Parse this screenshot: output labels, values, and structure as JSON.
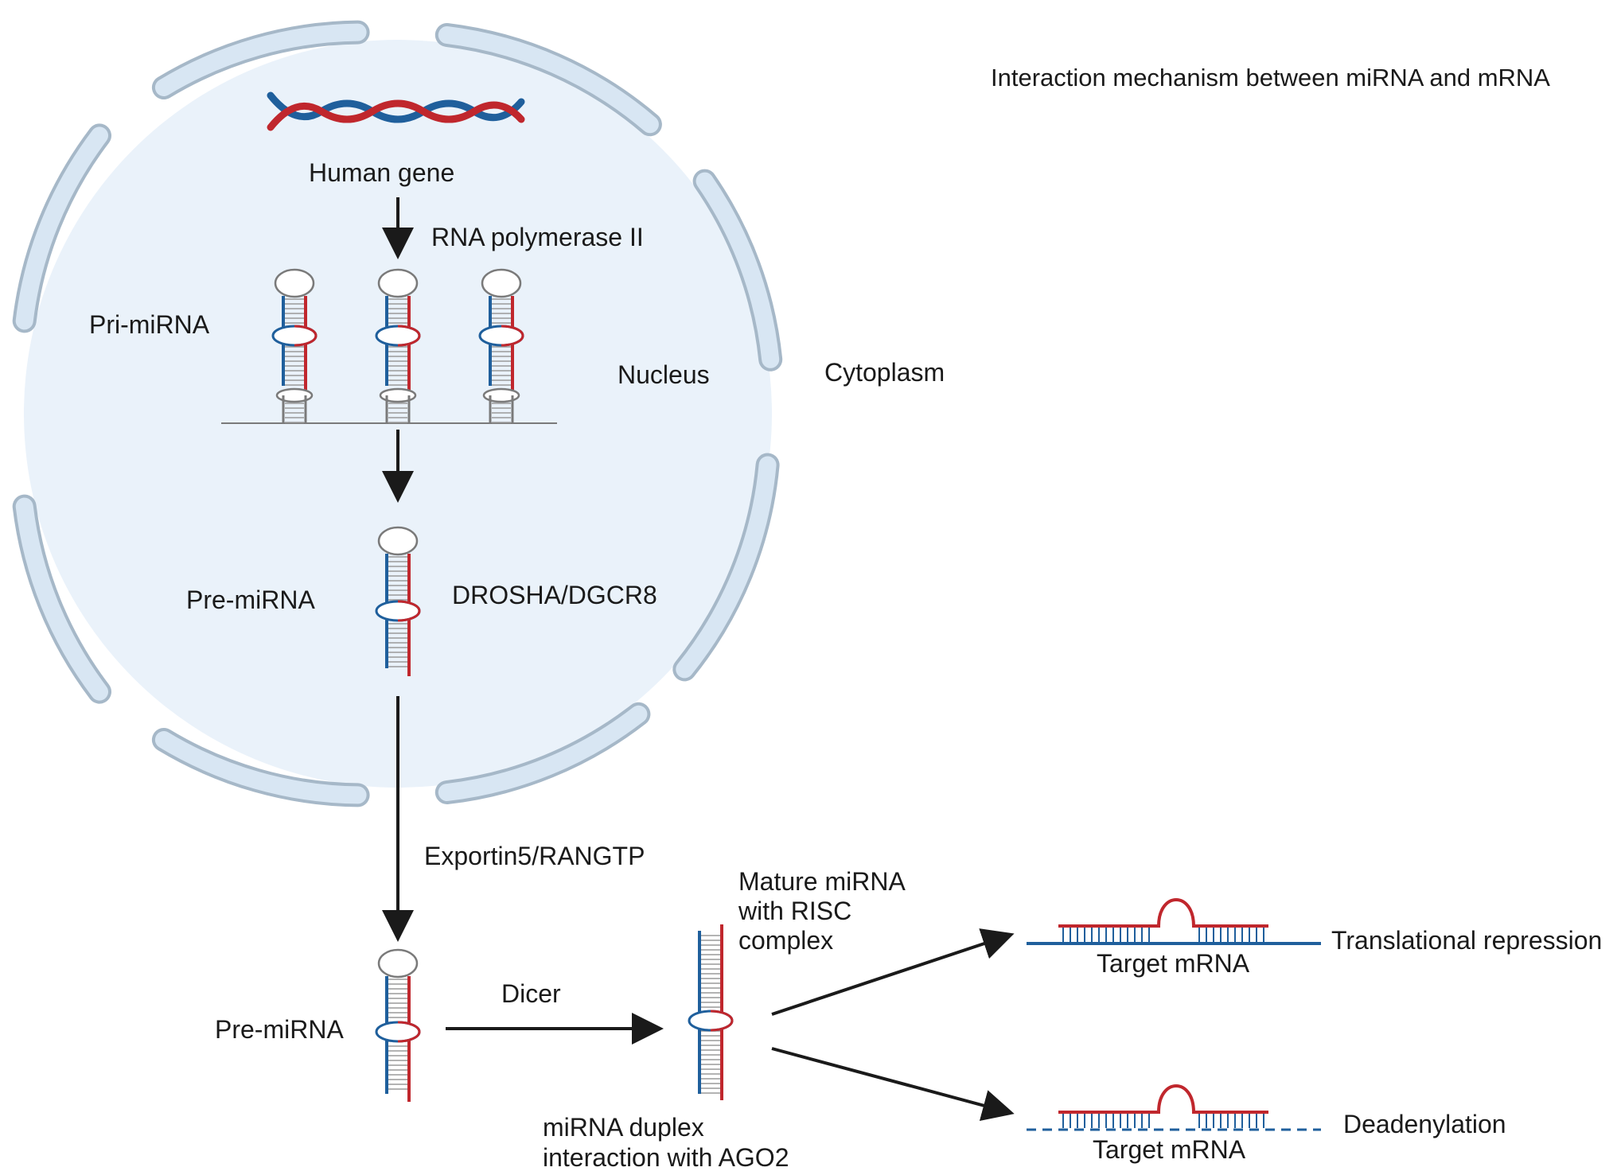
{
  "title": "Interaction mechanism between miRNA and mRNA",
  "labels": {
    "human_gene": "Human gene",
    "rna_pol": "RNA polymerase II",
    "pri_mirna": "Pri-miRNA",
    "nucleus": "Nucleus",
    "cytoplasm": "Cytoplasm",
    "pre_mirna_nucleus": "Pre-miRNA",
    "drosha": "DROSHA/DGCR8",
    "exportin": "Exportin5/RANGTP",
    "pre_mirna_cyto": "Pre-miRNA",
    "dicer": "Dicer",
    "mature_1": "Mature miRNA",
    "mature_2": "with RISC",
    "mature_3": "complex",
    "duplex_1": "miRNA duplex",
    "duplex_2": "interaction with AGO2",
    "target_top": "Target mRNA",
    "target_bottom": "Target mRNA",
    "translational": "Translational repression",
    "deadenylation": "Deadenylation"
  },
  "colors": {
    "nucleus_fill": "#eaf2fa",
    "membrane_fill": "#d8e6f3",
    "membrane_stroke": "#a6b8c8",
    "strand_red": "#c0272d",
    "strand_blue": "#1f5f9c",
    "base_gray": "#9a9a9a",
    "loop_gray": "#7a7a7a",
    "arrow": "#1a1a1a"
  }
}
